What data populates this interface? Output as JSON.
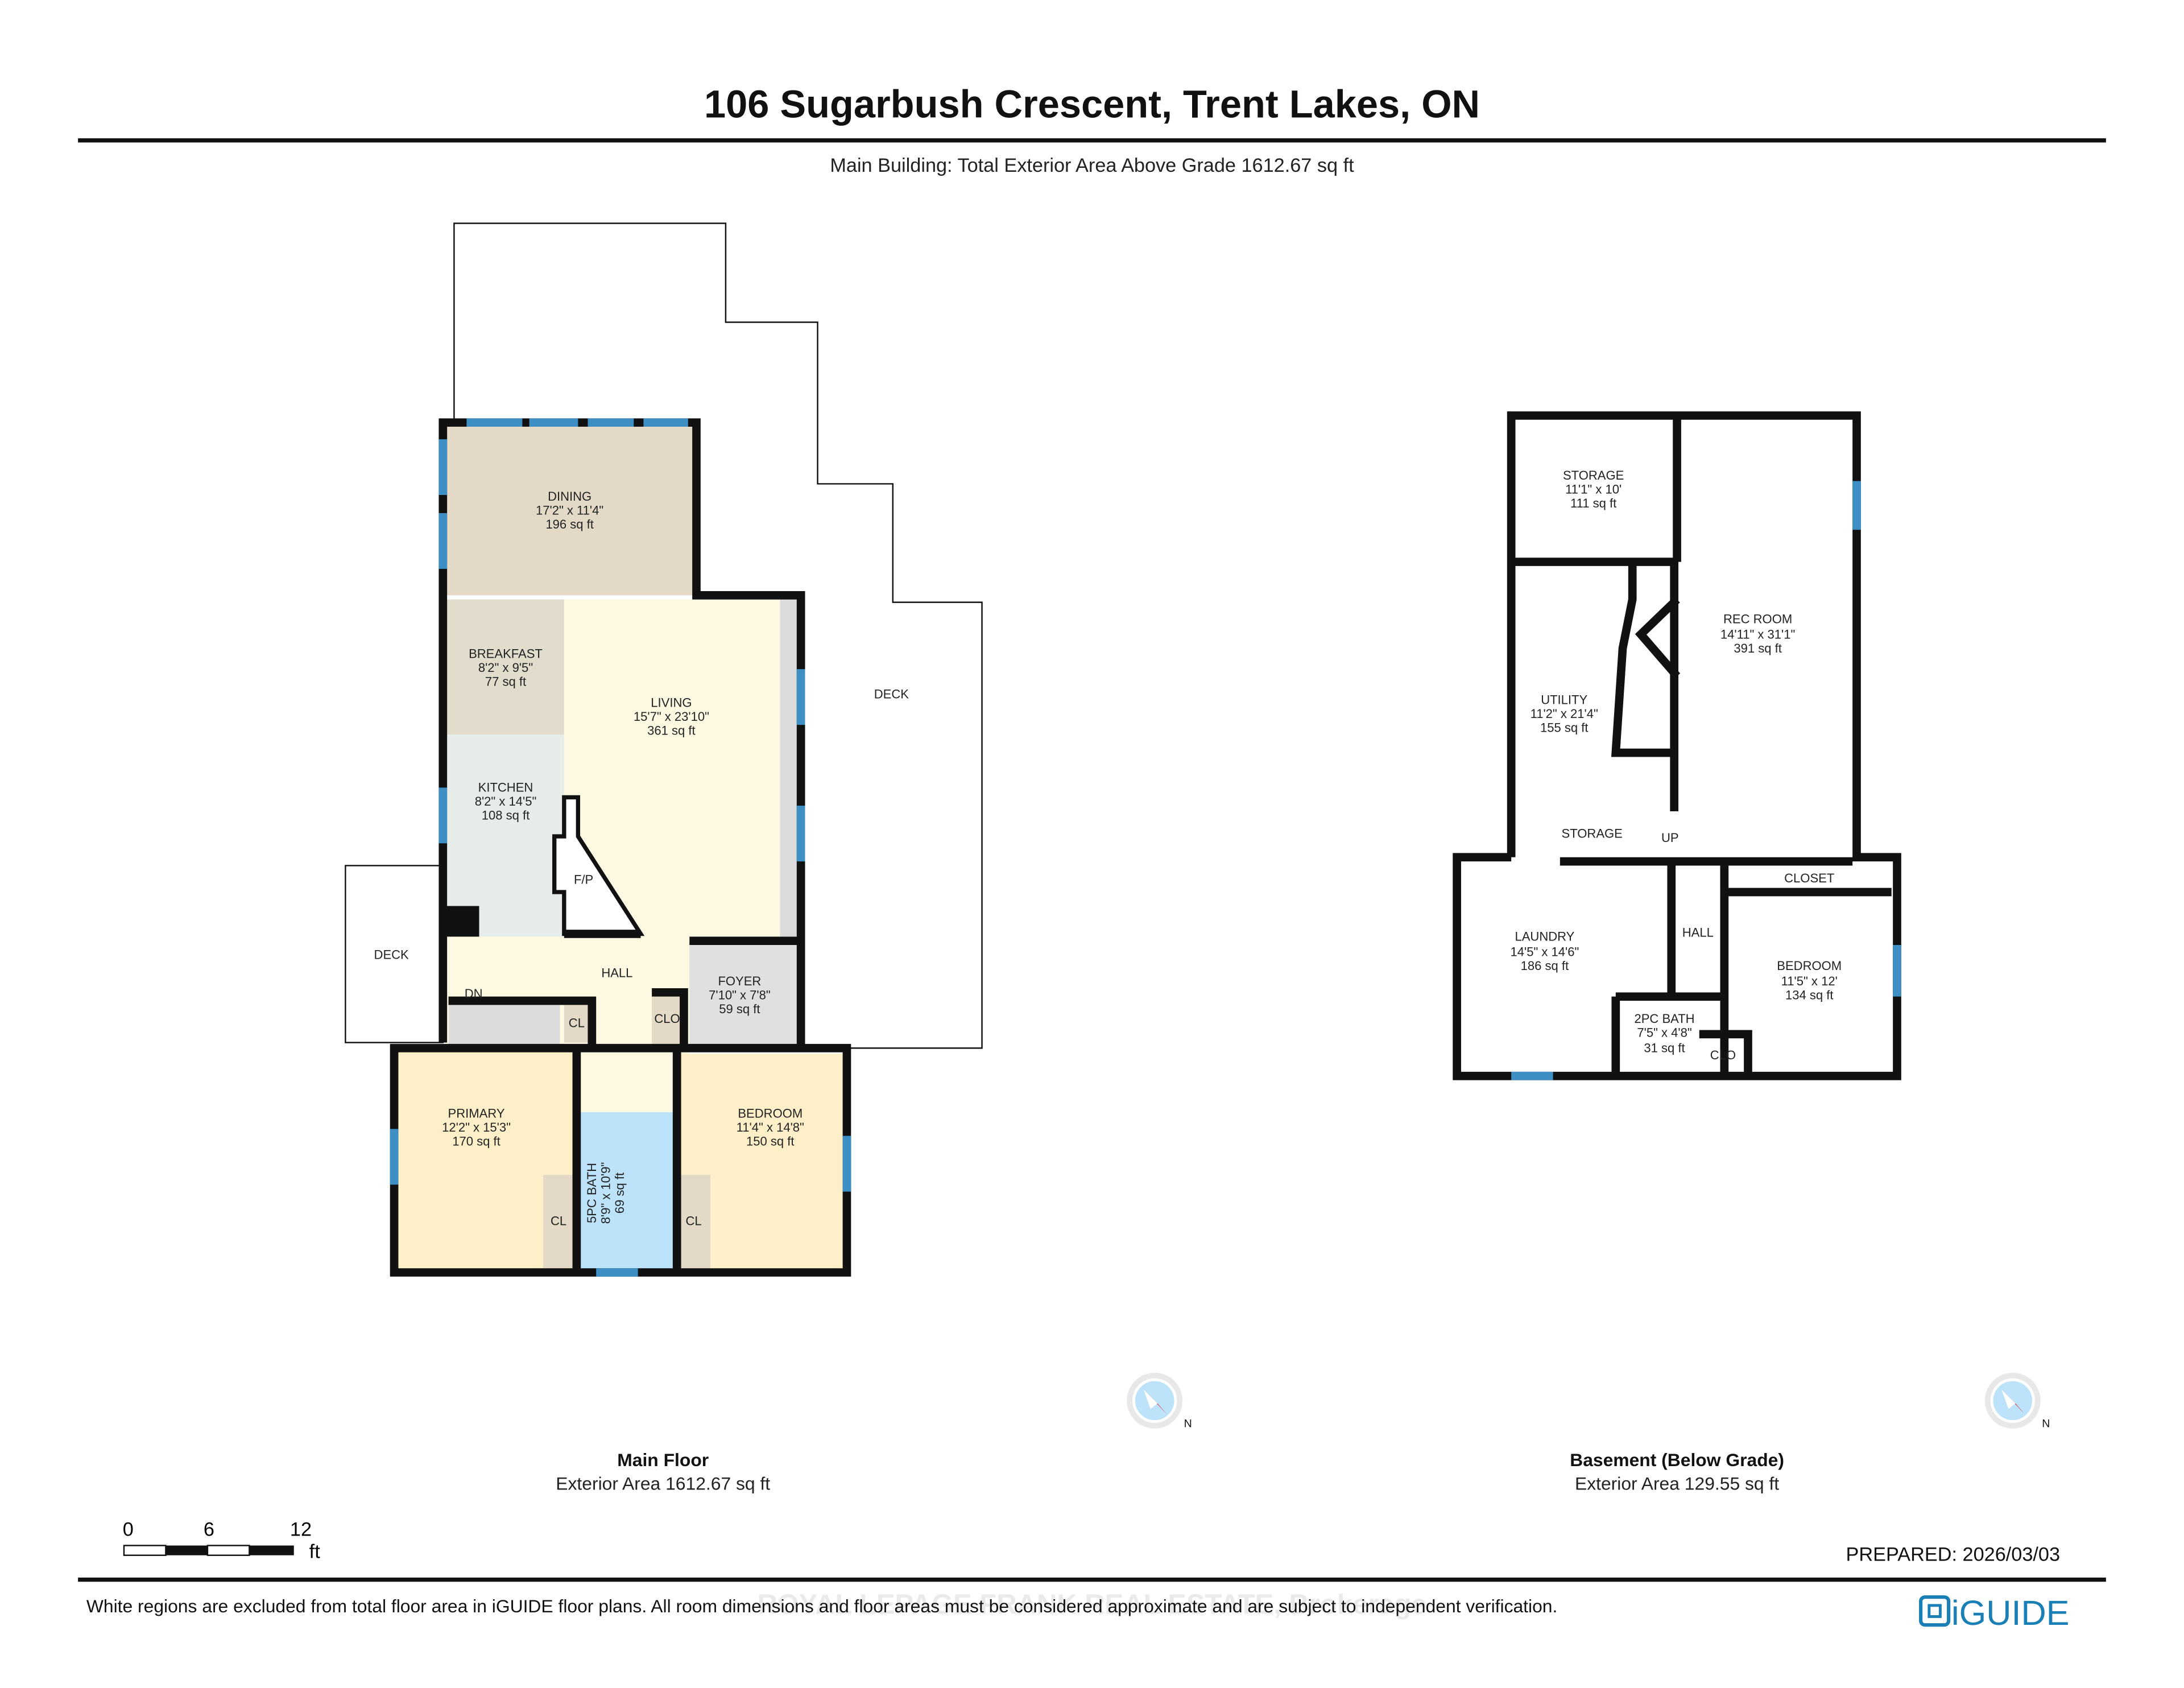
{
  "header": {
    "title": "106 Sugarbush Crescent, Trent Lakes, ON",
    "subtitle": "Main Building: Total Exterior Area Above Grade 1612.67 sq ft"
  },
  "main_floor": {
    "name": "Main Floor",
    "area": "Exterior Area 1612.67 sq ft",
    "rooms": [
      {
        "name": "DINING",
        "dims": "17'2\" x 11'4\"",
        "area": "196 sq ft",
        "color": "#e3d9c6"
      },
      {
        "name": "BREAKFAST",
        "dims": "8'2\" x 9'5\"",
        "area": "77 sq ft",
        "color": "#e2dccd"
      },
      {
        "name": "LIVING",
        "dims": "15'7\" x 23'10\"",
        "area": "361 sq ft",
        "color": "#fdf8e2"
      },
      {
        "name": "KITCHEN",
        "dims": "8'2\" x 14'5\"",
        "area": "108 sq ft",
        "color": "#e6ede8"
      },
      {
        "name": "FOYER",
        "dims": "7'10\" x 7'8\"",
        "area": "59 sq ft",
        "color": "#e0e0e0"
      },
      {
        "name": "PRIMARY",
        "dims": "12'2\" x 15'3\"",
        "area": "170 sq ft",
        "color": "#fdf0c8"
      },
      {
        "name": "5PC BATH",
        "dims": "8'9\" x 10'9\"",
        "area": "69 sq ft",
        "color": "#bde3fa"
      },
      {
        "name": "BEDROOM",
        "dims": "11'4\" x 14'8\"",
        "area": "150 sq ft",
        "color": "#fdf0c8"
      }
    ],
    "labels": {
      "deck": "DECK",
      "deck_left": "DECK",
      "hall": "HALL",
      "fp": "F/P",
      "dn": "DN",
      "cl": "CL",
      "clo": "CLO"
    }
  },
  "basement": {
    "name": "Basement (Below Grade)",
    "area": "Exterior Area 129.55 sq ft",
    "rooms": [
      {
        "name": "STORAGE",
        "dims": "11'1\" x 10'",
        "area": "111 sq ft"
      },
      {
        "name": "REC ROOM",
        "dims": "14'11\" x 31'1\"",
        "area": "391 sq ft"
      },
      {
        "name": "UTILITY",
        "dims": "11'2\" x 21'4\"",
        "area": "155 sq ft"
      },
      {
        "name": "LAUNDRY",
        "dims": "14'5\" x 14'6\"",
        "area": "186 sq ft"
      },
      {
        "name": "BEDROOM",
        "dims": "11'5\" x 12'",
        "area": "134 sq ft"
      },
      {
        "name": "2PC BATH",
        "dims": "7'5\" x 4'8\"",
        "area": "31 sq ft"
      }
    ],
    "labels": {
      "storage": "STORAGE",
      "up": "UP",
      "hall": "HALL",
      "closet": "CLOSET",
      "clo": "CLO"
    }
  },
  "compass": {
    "icon": "compass-north-icon",
    "label": "N"
  },
  "scale": {
    "ticks": [
      "0",
      "6",
      "12"
    ],
    "unit": "ft"
  },
  "prepared": "PREPARED: 2026/03/03",
  "footer": {
    "disclaimer": "White regions are excluded from total floor area in iGUIDE floor plans. All room dimensions and floor areas must be considered approximate and are subject to independent verification.",
    "watermark": "ROYAL LEPAGE FRANK REAL ESTATE, Brokerage",
    "logo": "iGUIDE",
    "logo_color": "#1a7fb5"
  }
}
